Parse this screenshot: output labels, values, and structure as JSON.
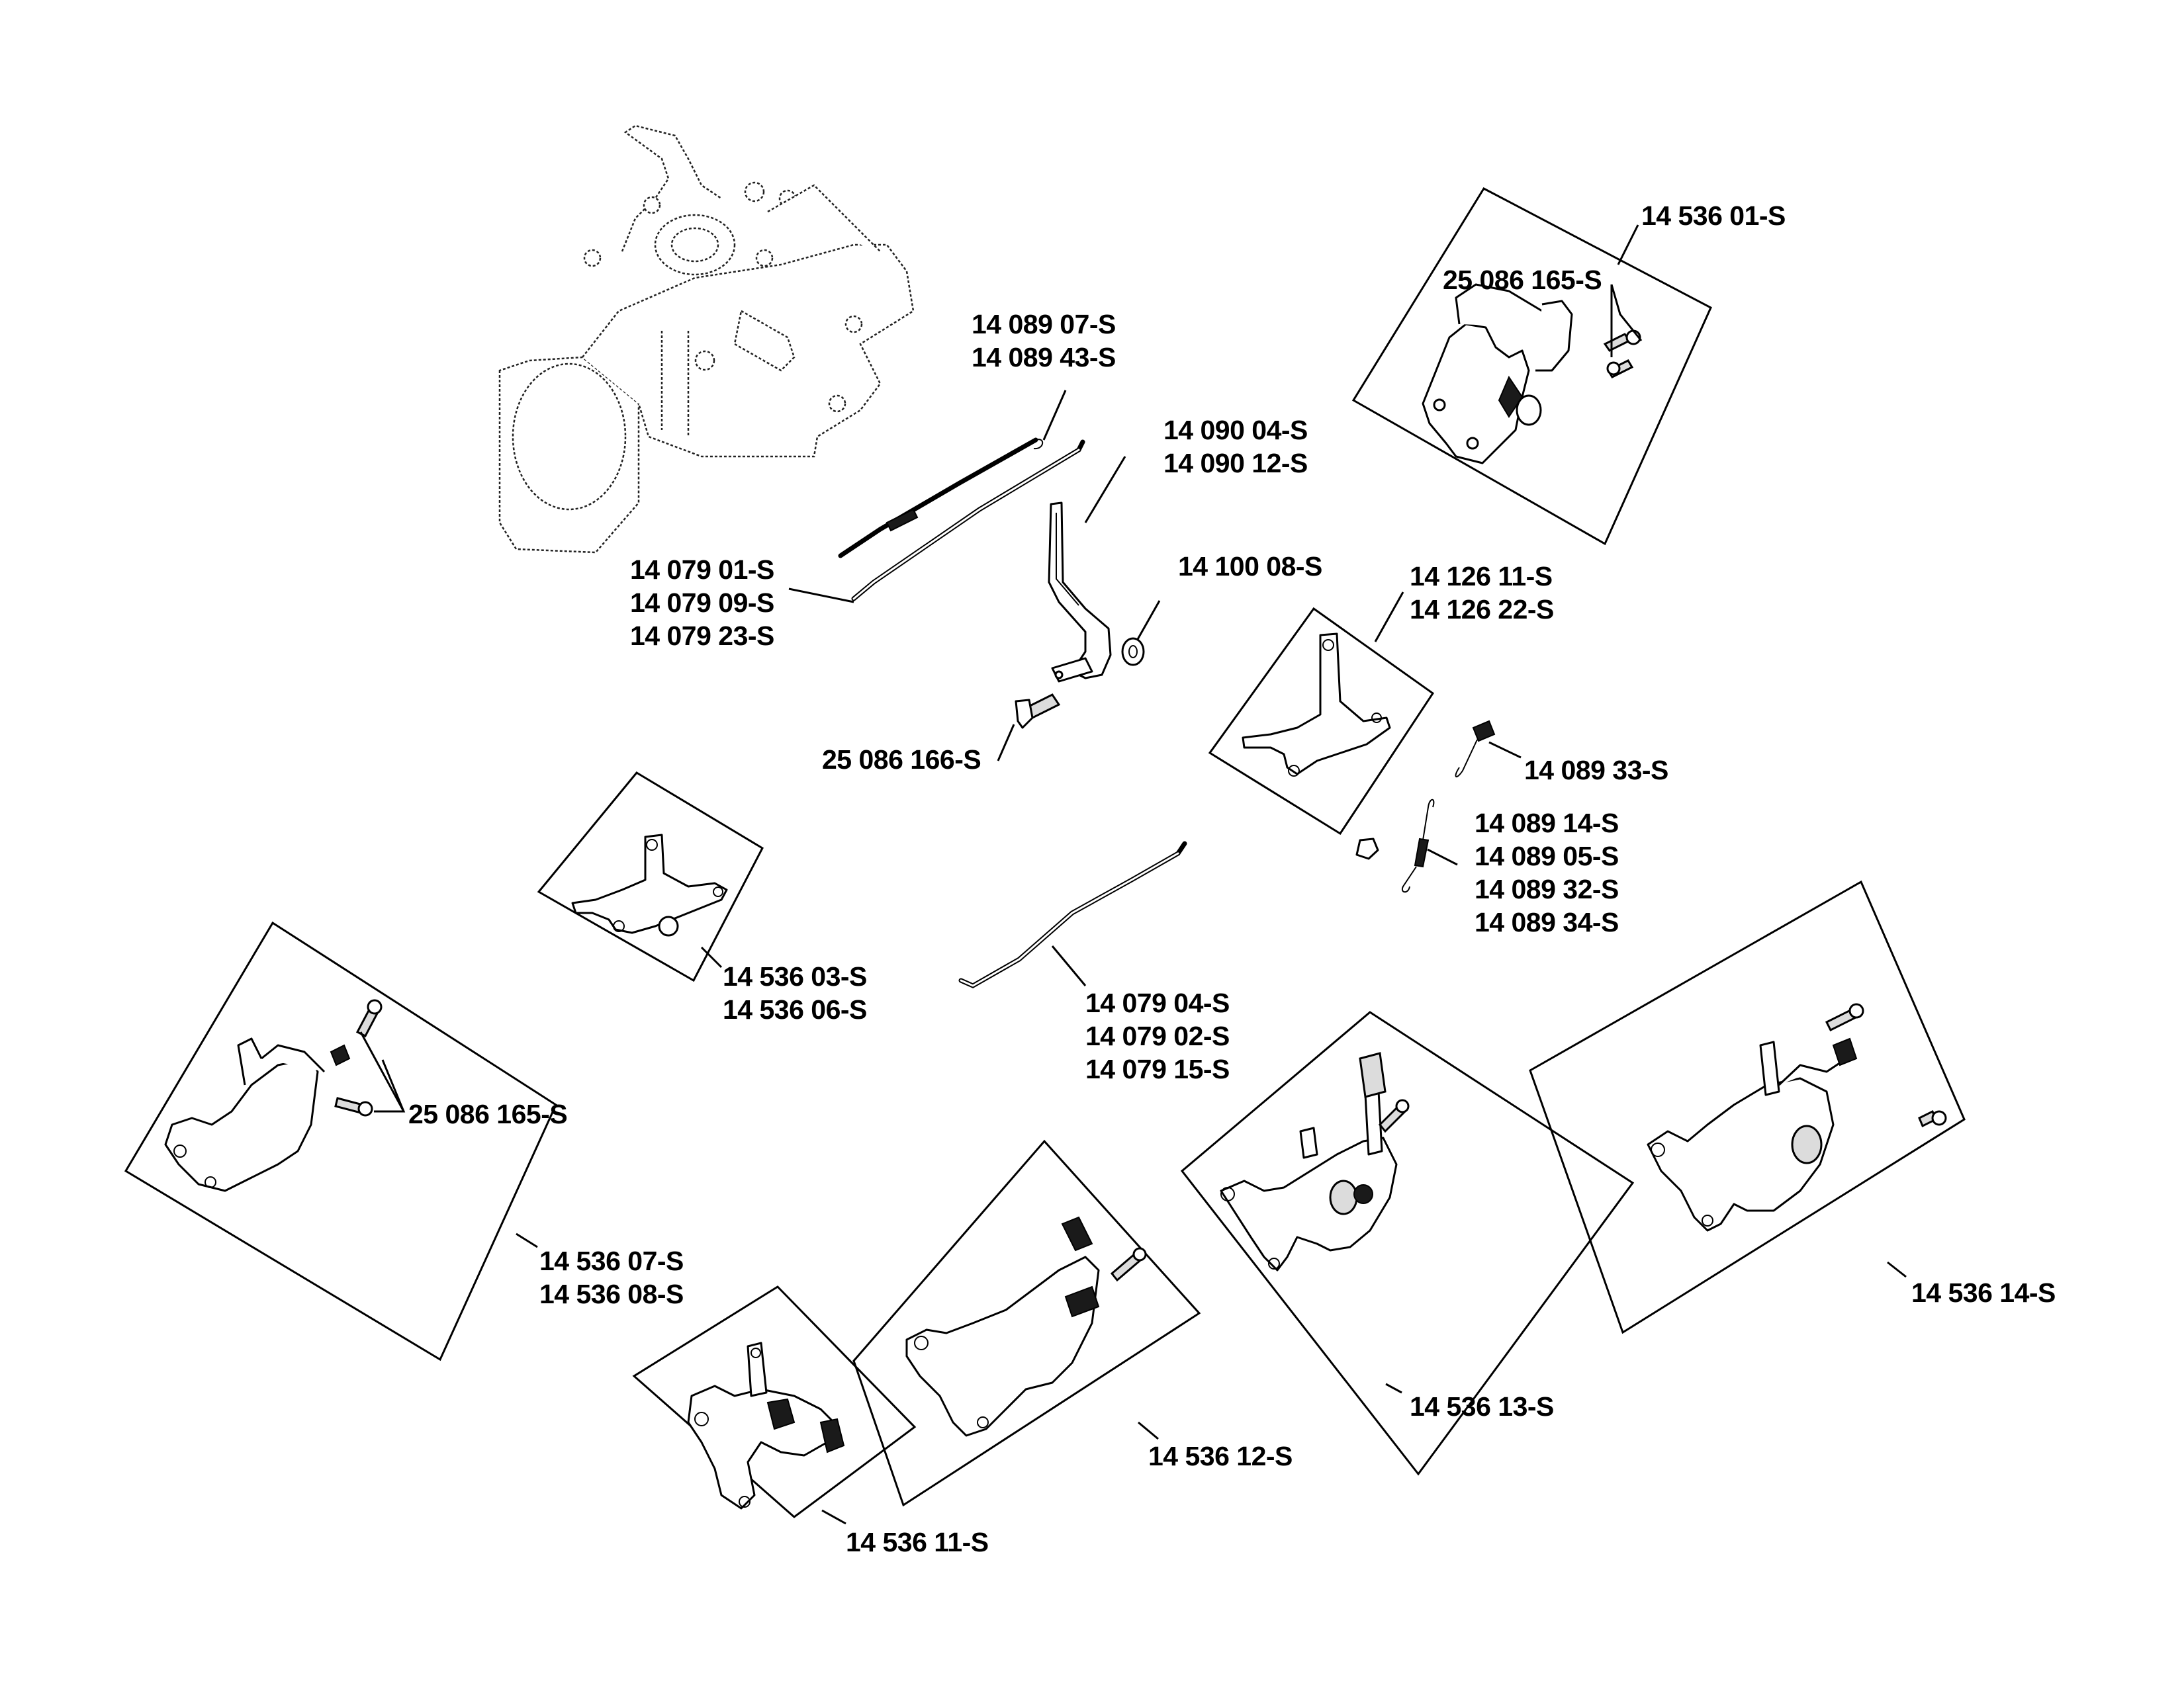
{
  "diagram": {
    "title": "Governor / throttle control parts diagram",
    "callouts": {
      "engine_block": {
        "part_numbers": []
      },
      "governor_control_01": {
        "part_numbers": [
          "14 536 01-S"
        ]
      },
      "screw_top_assembly": {
        "part_numbers": [
          "25 086 165-S"
        ]
      },
      "governor_spring_rod": {
        "part_numbers": [
          "14 089 07-S",
          "14 089 43-S"
        ]
      },
      "governor_lever": {
        "part_numbers": [
          "14 090 04-S",
          "14 090 12-S"
        ]
      },
      "governor_link_rod": {
        "part_numbers": [
          "14 079 01-S",
          "14 079 09-S",
          "14 079 23-S"
        ]
      },
      "lever_nut": {
        "part_numbers": [
          "14 100 08-S"
        ]
      },
      "lever_bolt": {
        "part_numbers": [
          "25 086 166-S"
        ]
      },
      "control_bracket_126": {
        "part_numbers": [
          "14 126 11-S",
          "14 126 22-S"
        ]
      },
      "spring_33": {
        "part_numbers": [
          "14 089 33-S"
        ]
      },
      "spring_set": {
        "part_numbers": [
          "14 089 14-S",
          "14 089 05-S",
          "14 089 32-S",
          "14 089 34-S"
        ]
      },
      "control_bracket_03": {
        "part_numbers": [
          "14 536 03-S",
          "14 536 06-S"
        ]
      },
      "throttle_link_rod": {
        "part_numbers": [
          "14 079 04-S",
          "14 079 02-S",
          "14 079 15-S"
        ]
      },
      "screw_left_assembly": {
        "part_numbers": [
          "25 086 165-S"
        ]
      },
      "governor_control_07": {
        "part_numbers": [
          "14 536 07-S",
          "14 536 08-S"
        ]
      },
      "governor_control_11": {
        "part_numbers": [
          "14 536 11-S"
        ]
      },
      "governor_control_12": {
        "part_numbers": [
          "14 536 12-S"
        ]
      },
      "governor_control_13": {
        "part_numbers": [
          "14 536 13-S"
        ]
      },
      "governor_control_14": {
        "part_numbers": [
          "14 536 14-S"
        ]
      }
    }
  }
}
